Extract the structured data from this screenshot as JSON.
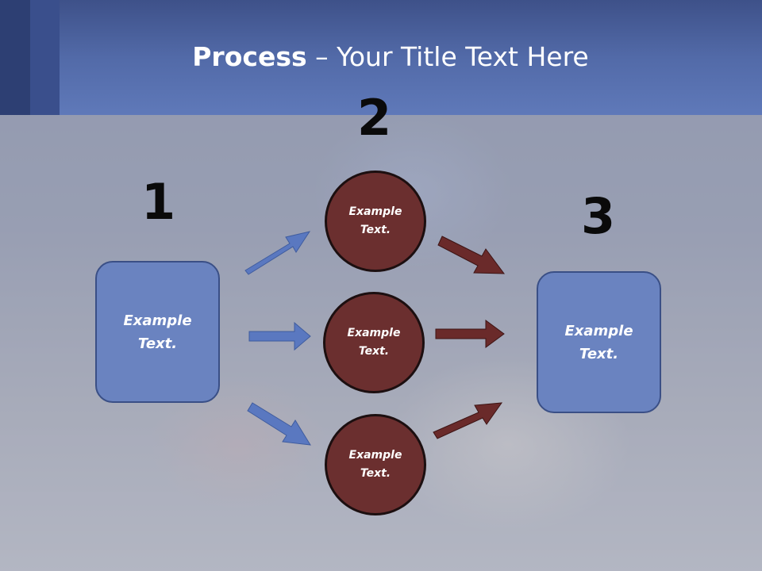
{
  "header": {
    "title_bold": "Process",
    "title_rest": " – Your Title Text Here"
  },
  "steps": {
    "one": "1",
    "two": "2",
    "three": "3"
  },
  "input_box": {
    "label": "Example\nText."
  },
  "circles": [
    {
      "label": "Example\nText."
    },
    {
      "label": "Example\nText."
    },
    {
      "label": "Example\nText."
    }
  ],
  "output_box": {
    "label": "Example\nText."
  },
  "colors": {
    "box_fill": "#6a83c0",
    "circle_fill": "#6b2f2f",
    "arrow_in": "#5a78c0",
    "arrow_out": "#6a2a2a",
    "header": "#5f79b9"
  }
}
